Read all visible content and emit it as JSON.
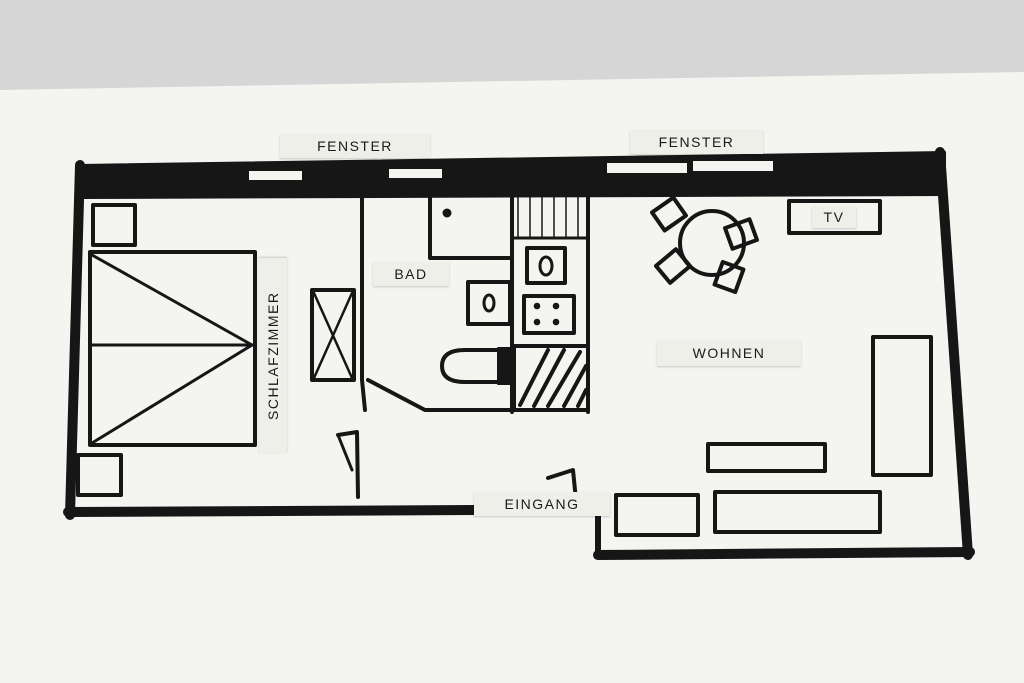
{
  "labels": {
    "window_left": "FENSTER",
    "window_right": "FENSTER",
    "bathroom": "BAD",
    "bedroom": "SCHLAFZIMMER",
    "living": "WOHNEN",
    "tv": "TV",
    "entrance": "EINGANG"
  },
  "colors": {
    "paper": "#f5f5f2",
    "ink": "#161616",
    "tape": "#efefea"
  }
}
